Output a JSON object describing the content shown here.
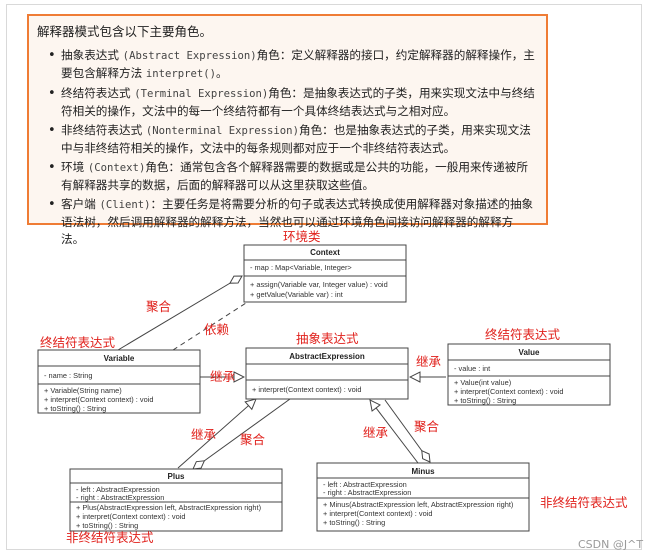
{
  "intro": "解释器模式包含以下主要角色。",
  "roles": [
    {
      "name": "抽象表达式",
      "code": "Abstract Expression",
      "desc": "角色：定义解释器的接口，约定解释器的解释操作，主要包含解释方法",
      "method": "interpret()",
      "tail": "。"
    },
    {
      "name": "终结符表达式",
      "code": "Terminal Expression",
      "desc": "角色：是抽象表达式的子类，用来实现文法中与终结符相关的操作，文法中的每一个终结符都有一个具体终结表达式与之相对应。"
    },
    {
      "name": "非终结符表达式",
      "code": "Nonterminal Expression",
      "desc": "角色：也是抽象表达式的子类，用来实现文法中与非终结符相关的操作，文法中的每条规则都对应于一个非终结符表达式。"
    },
    {
      "name": "环境",
      "code": "Context",
      "desc": "角色：通常包含各个解释器需要的数据或是公共的功能，一般用来传递被所有解释器共享的数据，后面的解释器可以从这里获取这些值。"
    },
    {
      "name": "客户端",
      "code": "Client",
      "desc": "：主要任务是将需要分析的句子或表达式转换成使用解释器对象描述的抽象语法树，然后调用解释器的解释方法，当然也可以通过环境角色间接访问解释器的解释方法。"
    }
  ],
  "classes": {
    "context": {
      "title": "Context",
      "attrs": [
        "- map : Map<Variable, Integer>"
      ],
      "ops": [
        "+ assign(Variable var, Integer value) : void",
        "+ getValue(Variable var) : int"
      ]
    },
    "abstract": {
      "title": "AbstractExpression",
      "attrs": [],
      "ops": [
        "+ interpret(Context context) : void"
      ]
    },
    "variable": {
      "title": "Variable",
      "attrs": [
        "- name : String"
      ],
      "ops": [
        "+ Variable(String name)",
        "+ interpret(Context context) : void",
        "+ toString() : String"
      ]
    },
    "value": {
      "title": "Value",
      "attrs": [
        "- value : int"
      ],
      "ops": [
        "+ Value(int value)",
        "+ interpret(Context context) : void",
        "+ toString() : String"
      ]
    },
    "plus": {
      "title": "Plus",
      "attrs": [
        "- left : AbstractExpression",
        "- right : AbstractExpression"
      ],
      "ops": [
        "+ Plus(AbstractExpression left, AbstractExpression right)",
        "+ interpret(Context context) : void",
        "+ toString() : String"
      ]
    },
    "minus": {
      "title": "Minus",
      "attrs": [
        "- left : AbstractExpression",
        "- right : AbstractExpression"
      ],
      "ops": [
        "+ Minus(AbstractExpression left, AbstractExpression right)",
        "+ interpret(Context context) : void",
        "+ toString() : String"
      ]
    }
  },
  "annotations": {
    "context_role": "环境类",
    "abstract_role": "抽象表达式",
    "variable_role": "终结符表达式",
    "value_role": "终结符表达式",
    "plus_role": "非终结符表达式",
    "minus_role": "非终结符表达式",
    "aggregation": "聚合",
    "dependency": "依赖",
    "inheritance": "继承"
  },
  "watermark": "CSDN @J^T",
  "colors": {
    "border_orange": "#ef7c35",
    "annotation_red": "#e0201b"
  }
}
